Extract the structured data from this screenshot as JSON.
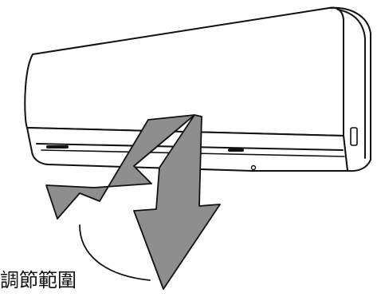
{
  "caption": "調節範圍",
  "colors": {
    "outline": "#111111",
    "arrow_fill": "#8e8e8e",
    "body_fill": "#ffffff"
  },
  "icons": {
    "unit": "wall-mounted-air-conditioner",
    "airflow": "double-down-arrow"
  }
}
